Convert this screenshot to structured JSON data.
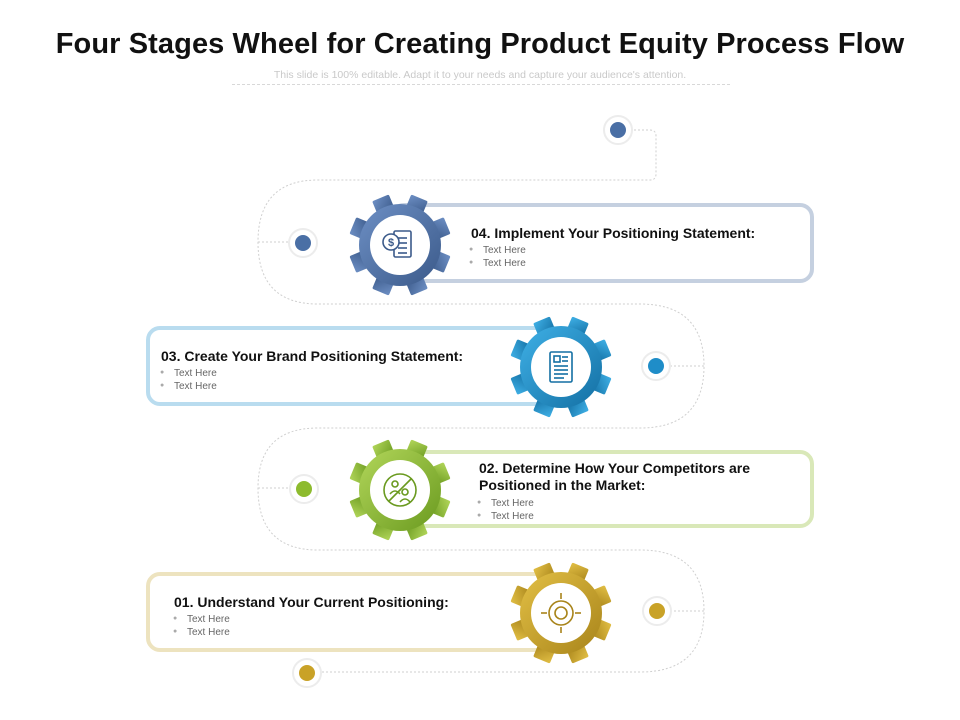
{
  "title": "Four Stages Wheel for Creating Product Equity Process Flow",
  "subtitle": "This slide is 100% editable. Adapt it to your needs and capture your audience's attention.",
  "colors": {
    "stage1": "#c9a227",
    "stage2": "#8dbb2e",
    "stage3": "#1f8dc8",
    "stage4": "#4a6fa5",
    "path": "#d0d0d0"
  },
  "stages": [
    {
      "title": "04. Implement Your Positioning Statement:",
      "bullets": [
        "Text Here",
        "Text Here"
      ],
      "icon": "dollar-document-icon"
    },
    {
      "title": "03. Create Your Brand Positioning Statement:",
      "bullets": [
        "Text Here",
        "Text Here"
      ],
      "icon": "document-list-icon"
    },
    {
      "title": "02. Determine How Your Competitors are Positioned in the Market:",
      "bullets": [
        "Text Here",
        "Text Here"
      ],
      "icon": "competitors-icon"
    },
    {
      "title": "01. Understand Your Current Positioning:",
      "bullets": [
        "Text Here",
        "Text Here"
      ],
      "icon": "target-icon"
    }
  ]
}
